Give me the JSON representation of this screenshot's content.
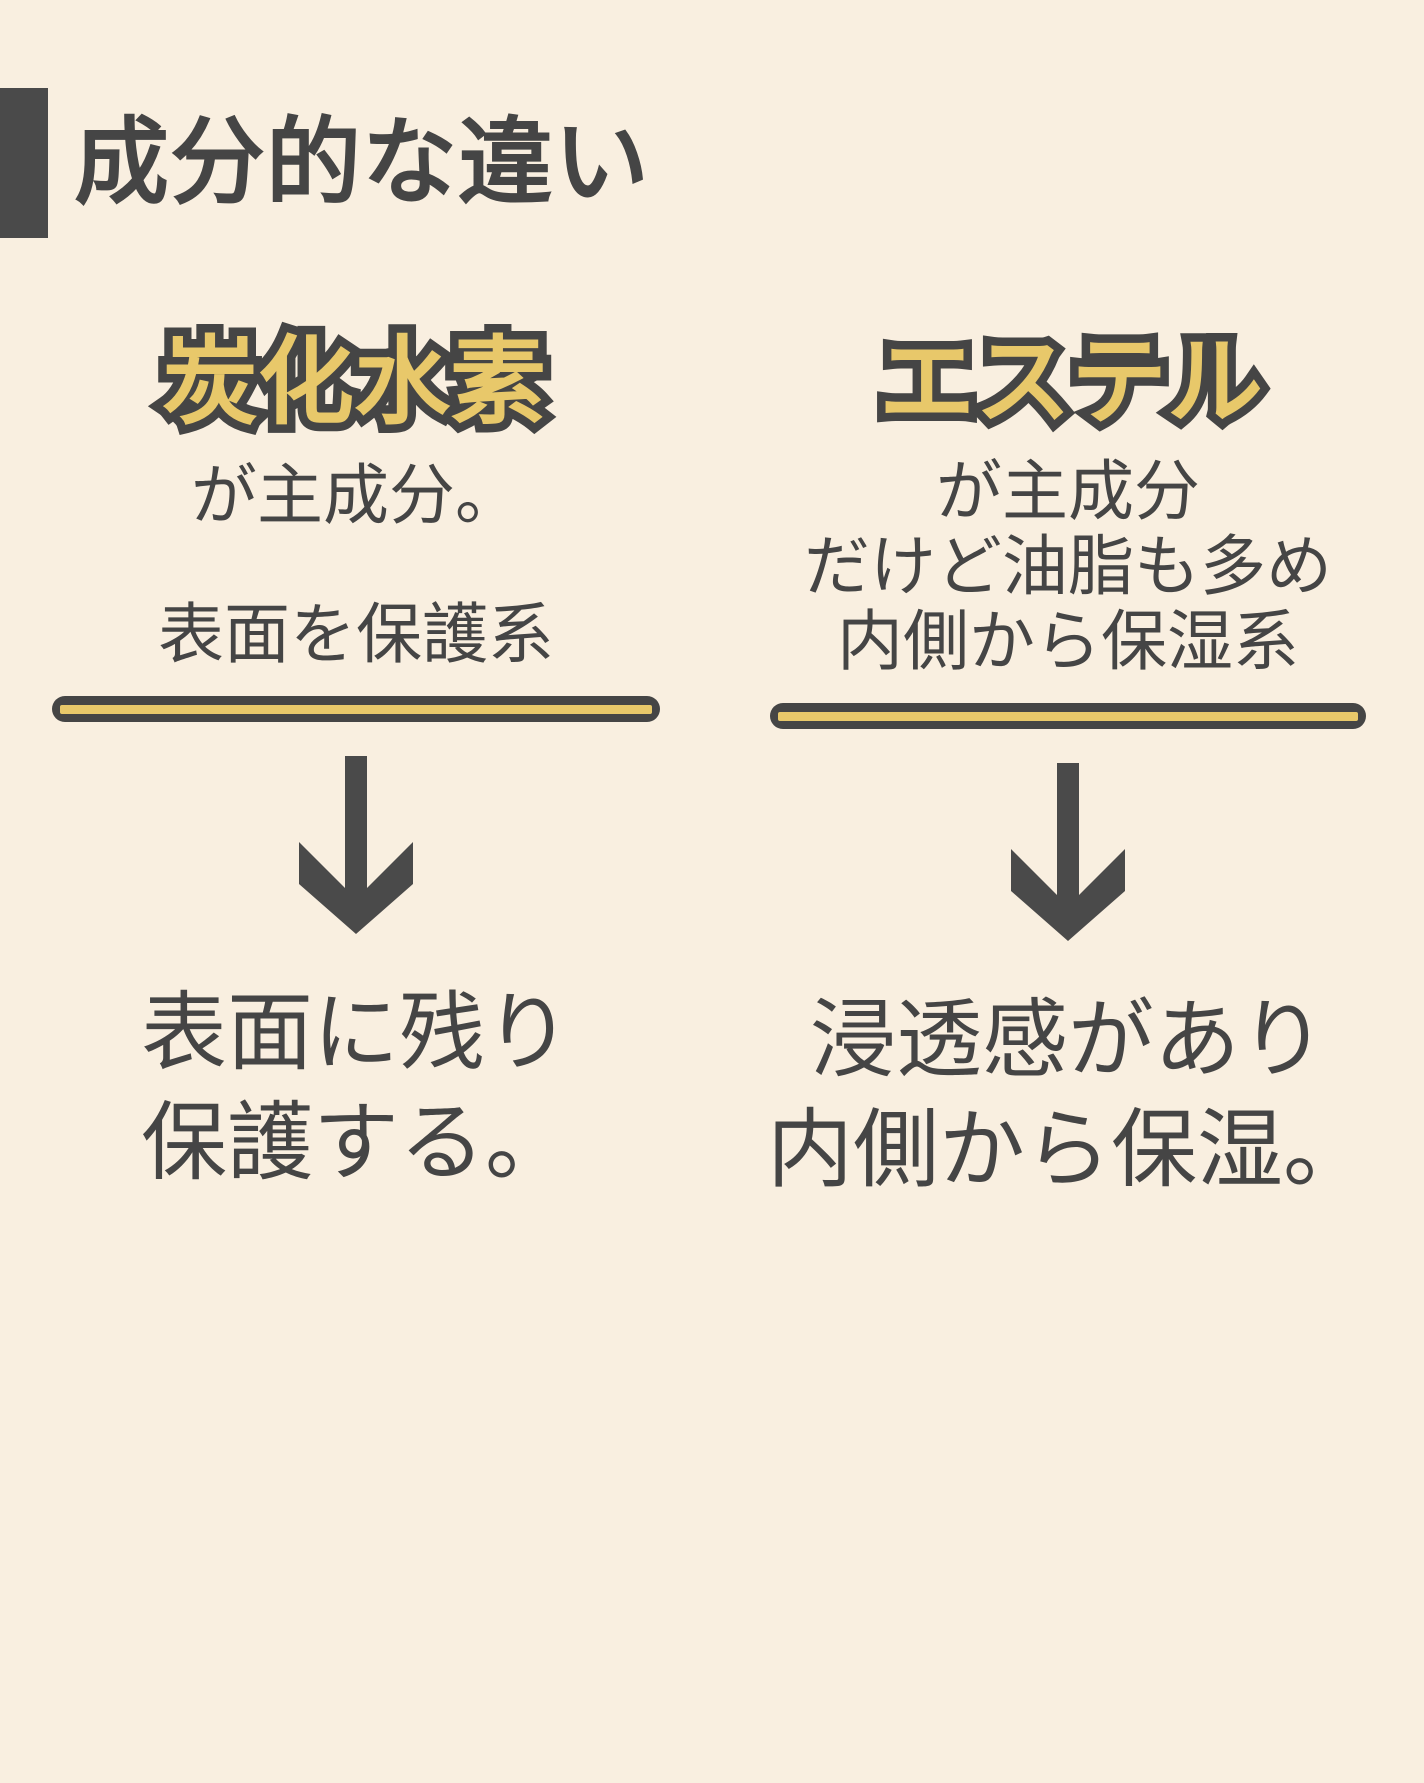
{
  "theme": {
    "background": "#f9efe0",
    "text_color": "#454545",
    "accent_gold": "#e8c86a",
    "outline_color": "#454545"
  },
  "header": {
    "title": "成分的な違い"
  },
  "columns": [
    {
      "id": "hydrocarbon",
      "ingredient_name": "炭化水素",
      "description_lines": [
        "が主成分。"
      ],
      "category": "表面を保護系",
      "arrow_icon": "down-arrow-icon",
      "result_lines": [
        "表面に残り",
        "保護する。"
      ]
    },
    {
      "id": "ester",
      "ingredient_name": "エステル",
      "description_lines": [
        "が主成分",
        "だけど油脂も多め"
      ],
      "category": "内側から保湿系",
      "arrow_icon": "down-arrow-icon",
      "result_lines": [
        "浸透感があり",
        "内側から保湿。"
      ]
    }
  ]
}
